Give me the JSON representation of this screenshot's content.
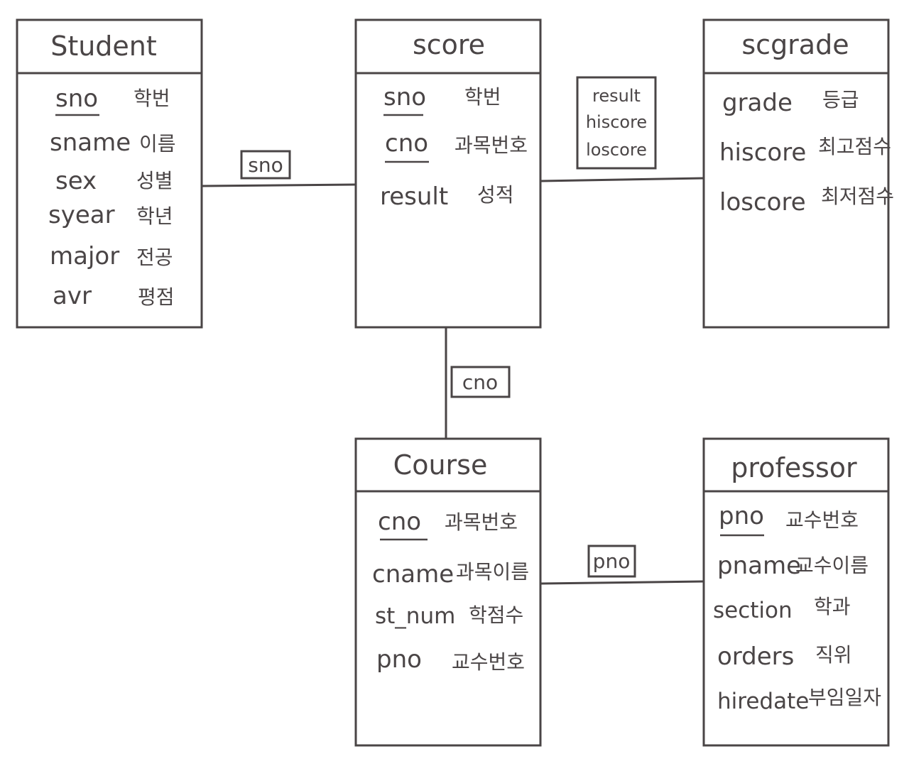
{
  "entities": {
    "student": {
      "title": "Student",
      "attributes": [
        {
          "name": "sno",
          "label": "학번",
          "key": true
        },
        {
          "name": "sname",
          "label": "이름",
          "key": false
        },
        {
          "name": "sex",
          "label": "성별",
          "key": false
        },
        {
          "name": "syear",
          "label": "학년",
          "key": false
        },
        {
          "name": "major",
          "label": "전공",
          "key": false
        },
        {
          "name": "avr",
          "label": "평점",
          "key": false
        }
      ]
    },
    "score": {
      "title": "score",
      "attributes": [
        {
          "name": "sno",
          "label": "학번",
          "key": true
        },
        {
          "name": "cno",
          "label": "과목번호",
          "key": true
        },
        {
          "name": "result",
          "label": "성적",
          "key": false
        }
      ]
    },
    "scgrade": {
      "title": "scgrade",
      "attributes": [
        {
          "name": "grade",
          "label": "등급",
          "key": false
        },
        {
          "name": "hiscore",
          "label": "최고점수",
          "key": false
        },
        {
          "name": "loscore",
          "label": "최저점수",
          "key": false
        }
      ]
    },
    "course": {
      "title": "Course",
      "attributes": [
        {
          "name": "cno",
          "label": "과목번호",
          "key": true
        },
        {
          "name": "cname",
          "label": "과목이름",
          "key": false
        },
        {
          "name": "st_num",
          "label": "학점수",
          "key": false
        },
        {
          "name": "pno",
          "label": "교수번호",
          "key": false
        }
      ]
    },
    "professor": {
      "title": "professor",
      "attributes": [
        {
          "name": "pno",
          "label": "교수번호",
          "key": true
        },
        {
          "name": "pname",
          "label": "교수이름",
          "key": false
        },
        {
          "name": "section",
          "label": "학과",
          "key": false
        },
        {
          "name": "orders",
          "label": "직위",
          "key": false
        },
        {
          "name": "hiredate",
          "label": "부임일자",
          "key": false
        }
      ]
    }
  },
  "relationships": {
    "student_score": {
      "label": "sno"
    },
    "score_scgrade": {
      "lines": [
        "result",
        "hiscore",
        "loscore"
      ]
    },
    "score_course": {
      "label": "cno"
    },
    "course_professor": {
      "label": "pno"
    }
  }
}
